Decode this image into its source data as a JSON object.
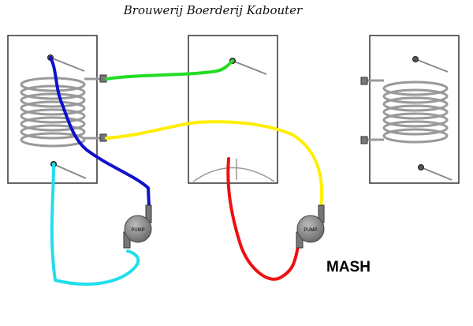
{
  "title": "Brouwerij Boerderij Kabouter",
  "mode_label": "MASH",
  "pump_label": "PUMP",
  "colors": {
    "hose_green": "#22dd22",
    "hose_blue": "#1010cc",
    "hose_yellow": "#ffee00",
    "hose_red": "#ee1111",
    "hose_cyan": "#22ddee",
    "coil": "#999999",
    "vessel_outline": "#333333"
  },
  "vessels": [
    {
      "name": "hot-liquor-tank",
      "has_coil": true
    },
    {
      "name": "mash-tun",
      "has_false_bottom": true
    },
    {
      "name": "boil-kettle",
      "has_coil": true
    }
  ],
  "pumps": [
    {
      "name": "pump-1"
    },
    {
      "name": "pump-2"
    }
  ]
}
